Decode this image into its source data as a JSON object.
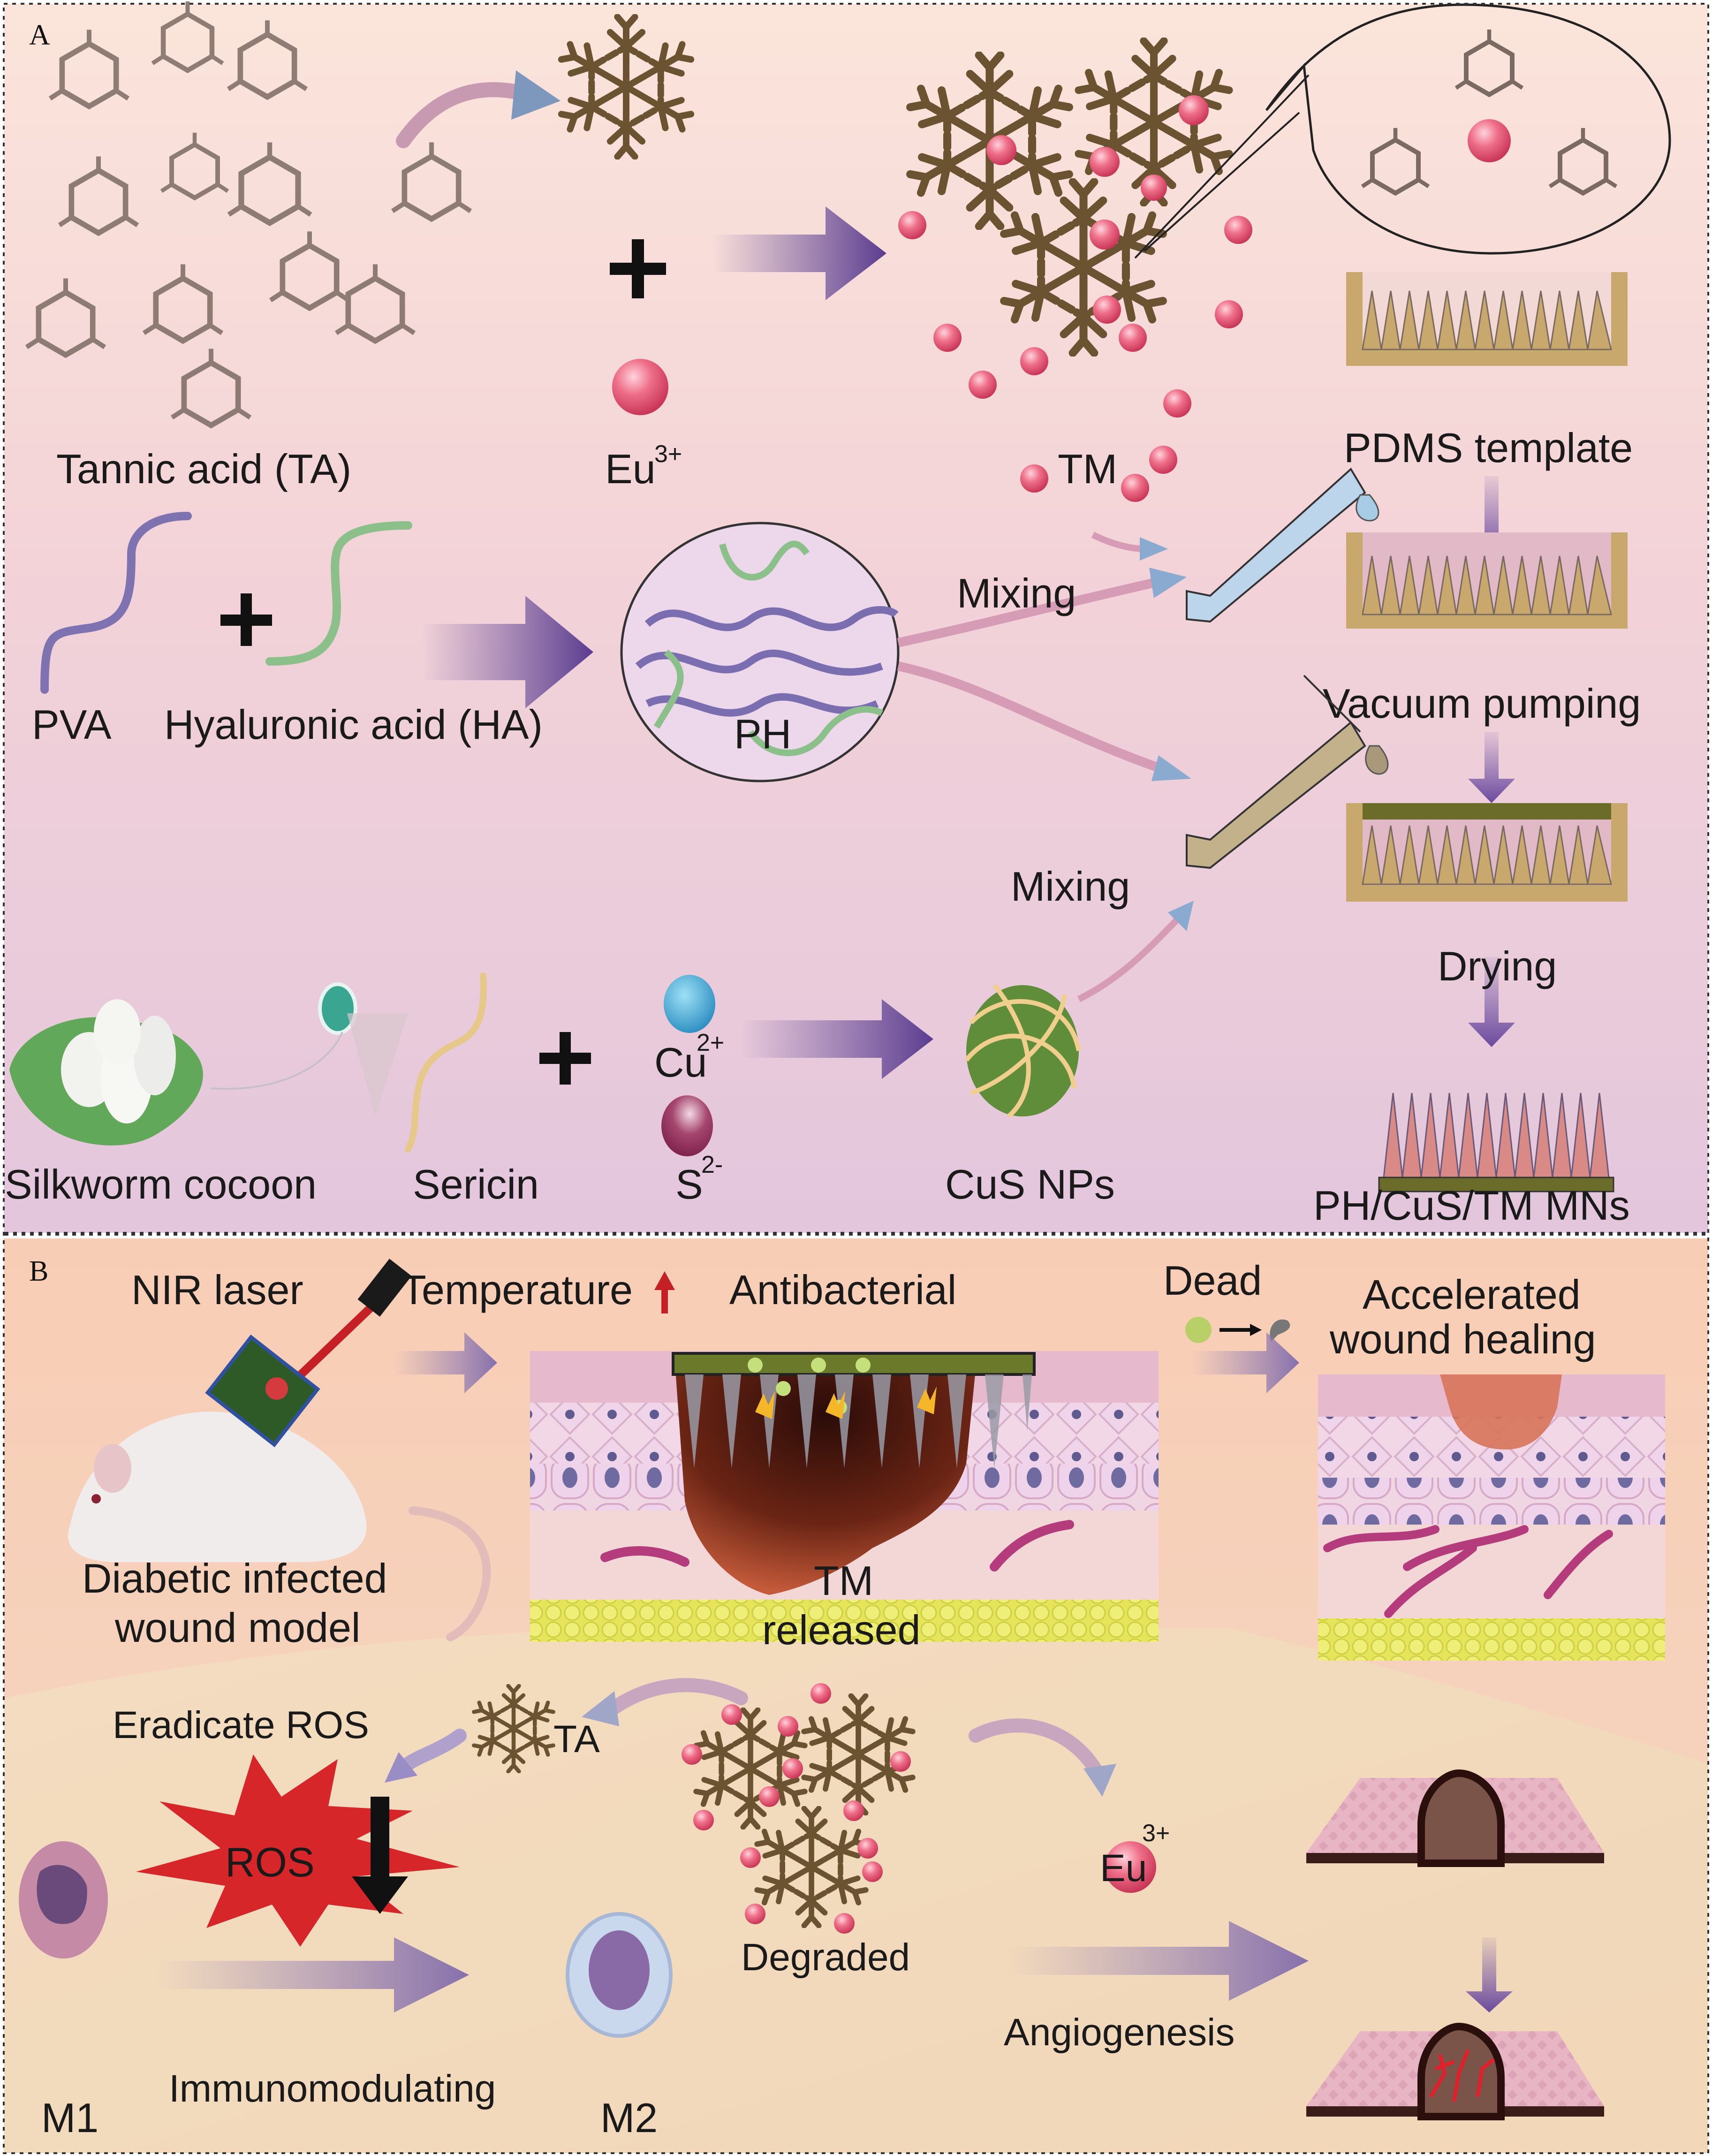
{
  "figure": {
    "panels": [
      {
        "id": "A",
        "letter": "A",
        "title_labels": {
          "tannic_acid": "Tannic acid (TA)",
          "eu_ion": "Eu",
          "eu_charge": "3+",
          "tm": "TM",
          "pdms_template": "PDMS template",
          "pva": "PVA",
          "hyaluronic_acid": "Hyaluronic acid (HA)",
          "ph": "PH",
          "mixing_1": "Mixing",
          "mixing_2": "Mixing",
          "vacuum_pumping": "Vacuum pumping",
          "drying": "Drying",
          "silkworm_cocoon": "Silkworm cocoon",
          "sericin": "Sericin",
          "cu_ion": "Cu",
          "cu_charge": "2+",
          "s_ion": "S",
          "s_charge": "2-",
          "cus_nps": "CuS NPs",
          "final_product": "PH/CuS/TM MNs"
        }
      },
      {
        "id": "B",
        "letter": "B",
        "title_labels": {
          "nir_laser": "NIR laser",
          "temperature": "Temperature",
          "antibacterial": "Antibacterial",
          "dead": "Dead",
          "accelerated_healing_1": "Accelerated",
          "accelerated_healing_2": "wound healing",
          "diabetic_model_1": "Diabetic infected",
          "diabetic_model_2": "wound model",
          "tm_released_1": "TM",
          "tm_released_2": "released",
          "eradicate_ros": "Eradicate ROS",
          "ta": "TA",
          "ros": "ROS",
          "degraded": "Degraded",
          "eu_ion": "Eu",
          "eu_charge": "3+",
          "m1": "M1",
          "m2": "M2",
          "immunomodulating": "Immunomodulating",
          "angiogenesis": "Angiogenesis"
        }
      }
    ],
    "colors": {
      "panel_a_top": "#f9e4dc",
      "panel_a_bottom": "#e6c9df",
      "panel_b_bg": "#f6cdb8",
      "panel_b_lower": "#f4dfc3",
      "arrow_purple": "#6a4d9a",
      "tannic_brown": "#6e5330",
      "eu_pink": "#e0506c",
      "cu_blue": "#3aa6d6",
      "s_maroon": "#8a2b55",
      "mold_tan": "#c9a76b",
      "ros_red": "#d6262a",
      "wound_dark": "#4a1a12"
    }
  }
}
